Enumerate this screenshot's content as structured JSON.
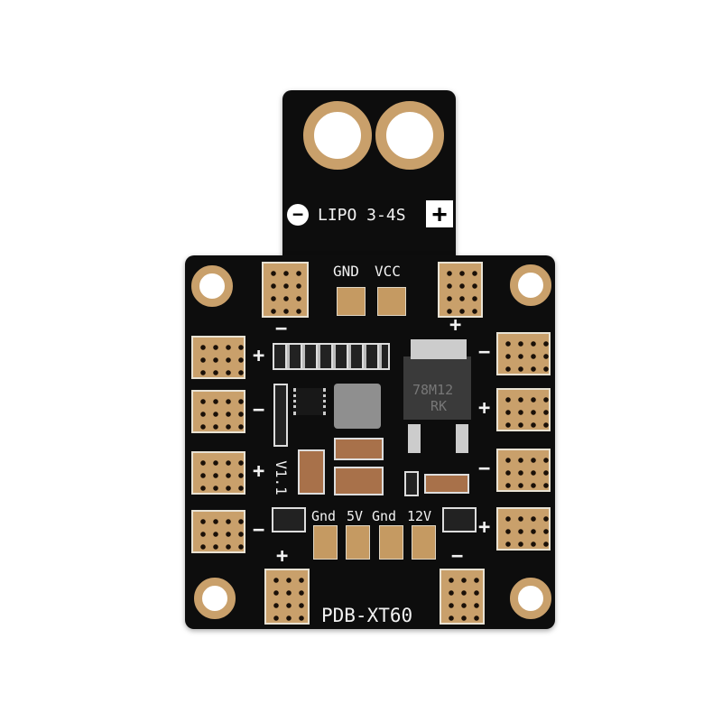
{
  "product": {
    "name": "PDB-XT60",
    "version": "V1.1"
  },
  "battery_label": "LIPO 3-4S",
  "battery_minus_symbol": "−",
  "battery_plus_symbol": "+",
  "top_pads": {
    "gnd": "GND",
    "vcc": "VCC"
  },
  "bottom_pads": [
    "Gnd",
    "5V",
    "Gnd",
    "12V"
  ],
  "regulator": {
    "line1": "78M12",
    "line2": "RK"
  },
  "symbols": {
    "plus": "+",
    "minus": "−"
  },
  "colors": {
    "board": "#0d0d0d",
    "copper": "#c9a06b",
    "silkscreen": "#f2f2f2"
  }
}
